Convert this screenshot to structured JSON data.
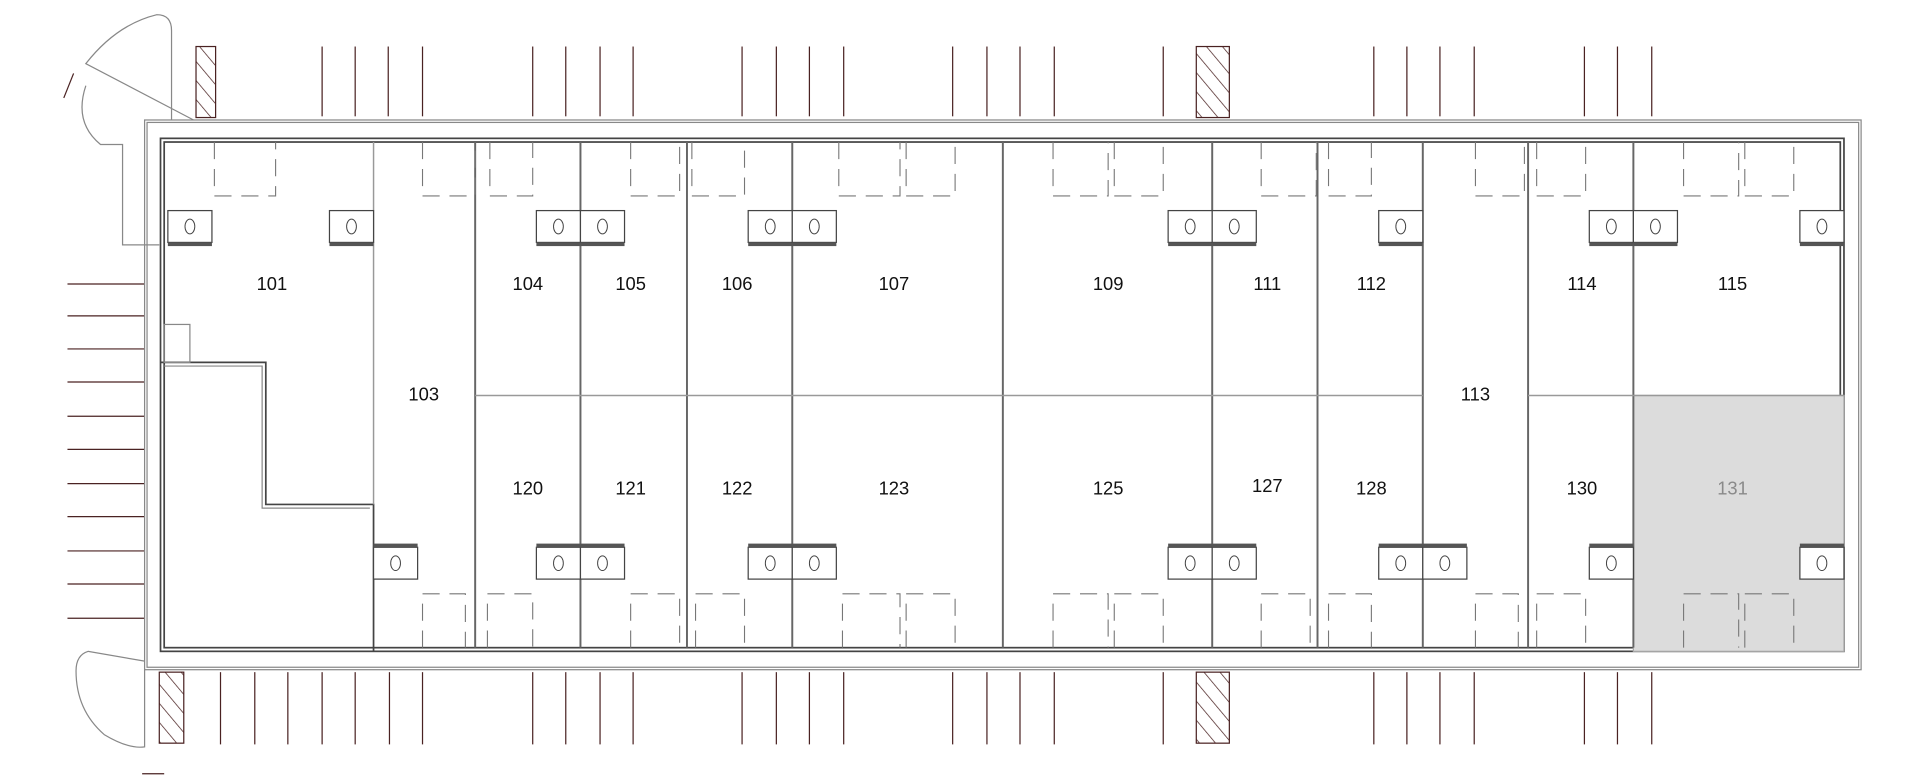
{
  "plan": {
    "units_top": [
      {
        "id": "101",
        "label": "101"
      },
      {
        "id": "104",
        "label": "104"
      },
      {
        "id": "105",
        "label": "105"
      },
      {
        "id": "106",
        "label": "106"
      },
      {
        "id": "107",
        "label": "107"
      },
      {
        "id": "109",
        "label": "109"
      },
      {
        "id": "111",
        "label": "111"
      },
      {
        "id": "112",
        "label": "112"
      },
      {
        "id": "114",
        "label": "114"
      },
      {
        "id": "115",
        "label": "115"
      }
    ],
    "units_full": [
      {
        "id": "103",
        "label": "103"
      },
      {
        "id": "113",
        "label": "113"
      }
    ],
    "units_bottom": [
      {
        "id": "120",
        "label": "120"
      },
      {
        "id": "121",
        "label": "121"
      },
      {
        "id": "122",
        "label": "122"
      },
      {
        "id": "123",
        "label": "123"
      },
      {
        "id": "125",
        "label": "125"
      },
      {
        "id": "127",
        "label": "127"
      },
      {
        "id": "128",
        "label": "128"
      },
      {
        "id": "130",
        "label": "130"
      },
      {
        "id": "131",
        "label": "131"
      }
    ],
    "selected_unit": "131",
    "colors": {
      "selected_fill": "#dcdcdc",
      "stripe": "#4a2222",
      "wall": "#444444"
    }
  }
}
